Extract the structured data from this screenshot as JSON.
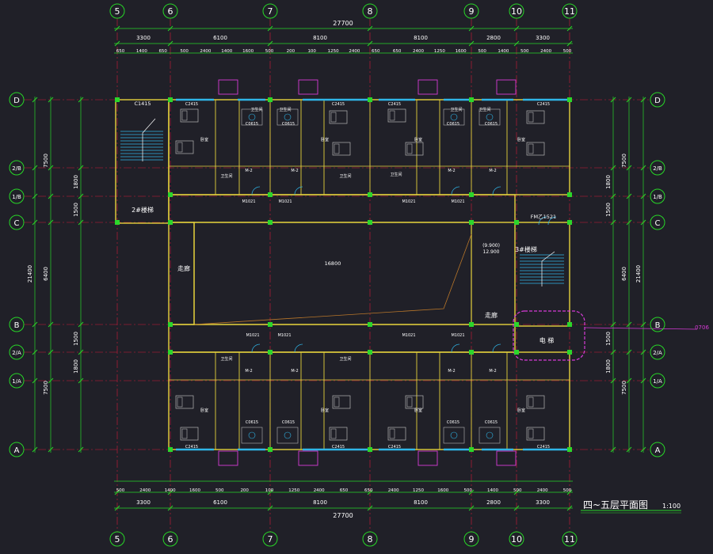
{
  "axes": {
    "top": [
      "5",
      "6",
      "7",
      "8",
      "9",
      "10",
      "11"
    ],
    "bottom": [
      "5",
      "6",
      "7",
      "8",
      "9",
      "10",
      "11"
    ],
    "rows_left": [
      "D",
      "2/B",
      "1/B",
      "C",
      "B",
      "2/A",
      "1/A",
      "A"
    ],
    "rows_right": [
      "D",
      "2/B",
      "1/B",
      "C",
      "B",
      "2/A",
      "1/A",
      "A"
    ]
  },
  "dims": {
    "total_top": "27700",
    "total_bottom": "27700",
    "top_row1": [
      "3300",
      "6100",
      "8100",
      "8100",
      "2800",
      "3300"
    ],
    "top_row2": [
      "650",
      "1400",
      "650",
      "500",
      "2400",
      "1400",
      "1600",
      "500",
      "200",
      "100",
      "1250",
      "2400",
      "650",
      "650",
      "2400",
      "1250",
      "1600",
      "500",
      "1400",
      "500",
      "2400",
      "500"
    ],
    "bottom_row1": [
      "3300",
      "6100",
      "8100",
      "8100",
      "2800",
      "3300"
    ],
    "bottom_row2": [
      "500",
      "2400",
      "1400",
      "1600",
      "500",
      "200",
      "100",
      "1250",
      "2400",
      "650",
      "650",
      "2400",
      "1250",
      "1600",
      "500",
      "1400",
      "500",
      "2400",
      "500"
    ],
    "left_total": "21400",
    "left_parts": [
      "7500",
      "6400",
      "7500"
    ],
    "left_inner": [
      "1800",
      "1500",
      "1500",
      "1800"
    ],
    "right_total": "21400",
    "right_parts": [
      "7500",
      "6400",
      "7500"
    ],
    "right_inner": [
      "1800",
      "1500",
      "1500",
      "1800"
    ],
    "courtyard": "16800",
    "level": "12.900",
    "level_label": "(9.900)"
  },
  "rooms": {
    "stair_left": "2#楼梯",
    "stair_right": "3#楼梯",
    "corridor_left": "走廊",
    "corridor_right": "走廊",
    "elevator": "电 梯",
    "fm": "FM乙1521",
    "c1415": "C1415",
    "c2415": "C2415",
    "c0615": "C0615",
    "m1021": "M1021",
    "m2": "M-2",
    "bath": "卫生间",
    "bedroom": "卧室",
    "tag": "0706"
  },
  "title": {
    "main": "四~五层平面图",
    "scale": "1:100"
  },
  "colors": {
    "bg": "#202028",
    "axis": "#d21a3a",
    "dim": "#27d627",
    "wall": "#e6d23c",
    "text": "#ffffff",
    "furn": "#b4b4b4",
    "cyan": "#2fb6e8",
    "magenta": "#d63ad6"
  }
}
